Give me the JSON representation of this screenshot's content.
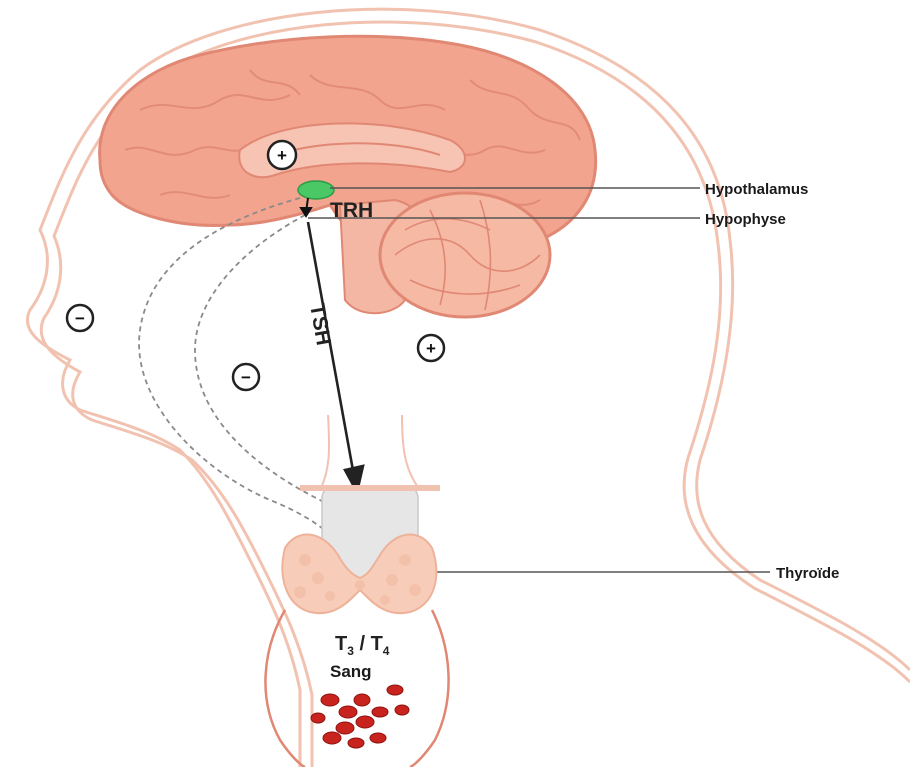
{
  "labels": {
    "hypothalamus": "Hypothalamus",
    "hypophyse": "Hypophyse",
    "thyroide": "Thyroïde",
    "trh": "TRH",
    "tsh": "TSH",
    "t3": "T",
    "t3_sub": "3",
    "slash": " / T",
    "t4_sub": "4",
    "sang": "Sang"
  },
  "feedback_signs": {
    "plus": "+",
    "minus": "−"
  },
  "colors": {
    "brain": "#f2a48f",
    "brain_outline": "#e08874",
    "cerebellum": "#f5b9a4",
    "body_outline": "#f2c2b1",
    "hypothalamus": "#49c865",
    "thyroid": "#f7cdb9",
    "blood": "#c8231d"
  }
}
